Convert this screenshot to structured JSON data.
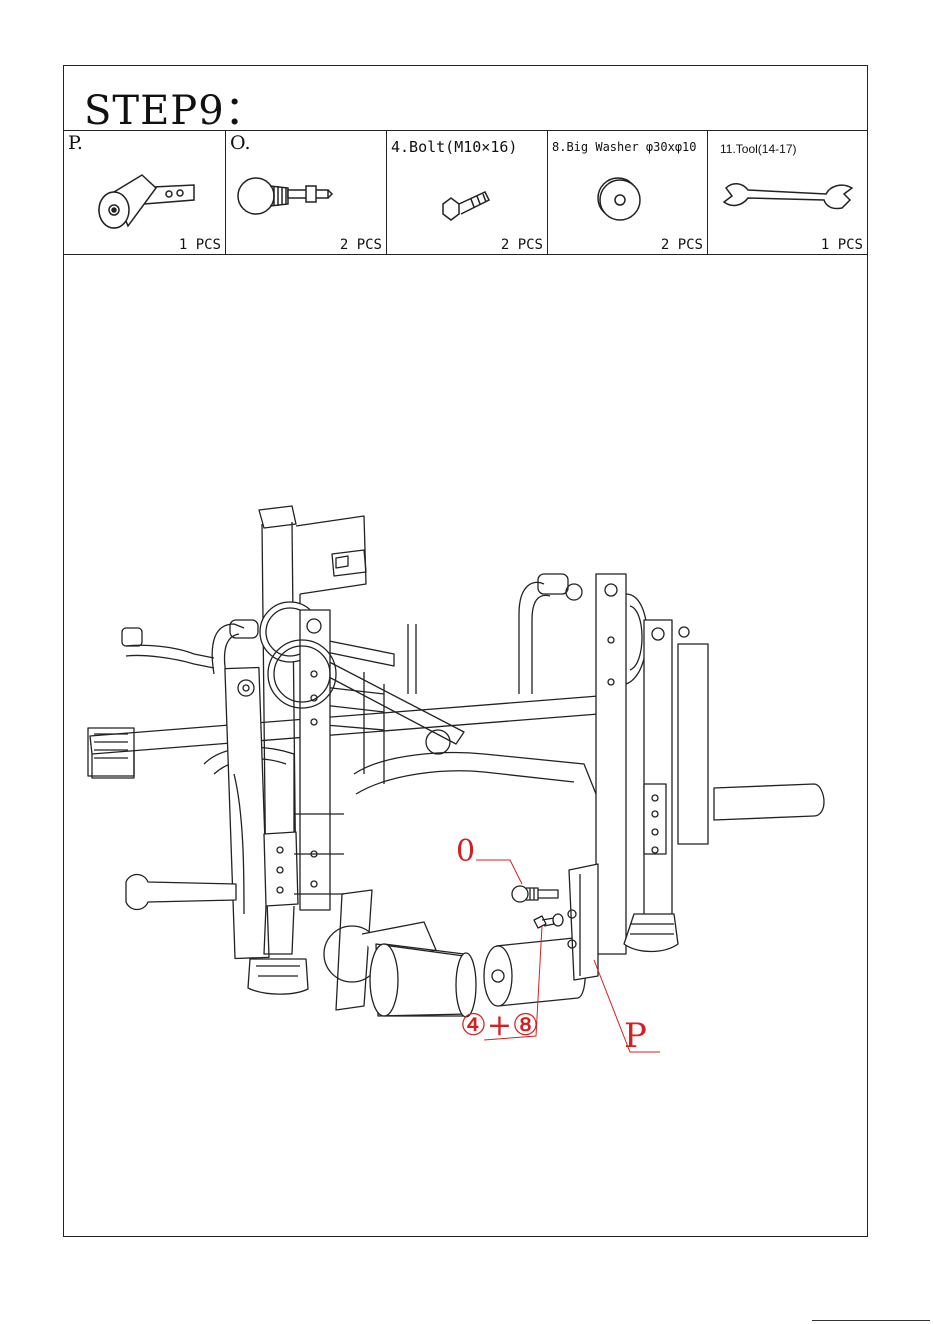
{
  "step": {
    "title": "STEP9："
  },
  "parts": [
    {
      "label": "P.",
      "qty": "1 PCS",
      "icon": "handle-roller-icon"
    },
    {
      "label": "O.",
      "qty": "2 PCS",
      "icon": "pop-pin-icon"
    },
    {
      "label": "4.Bolt(M10×16)",
      "qty": "2 PCS",
      "icon": "bolt-icon"
    },
    {
      "label": "8.Big Washer φ30xφ10",
      "qty": "2 PCS",
      "icon": "washer-icon"
    },
    {
      "label": "11.Tool(14-17)",
      "qty": "1 PCS",
      "icon": "wrench-icon"
    }
  ],
  "diagram": {
    "callouts": {
      "pin": "0",
      "bolt_washer": "④+⑧",
      "part": "P"
    },
    "colors": {
      "line": "#222222",
      "callout": "#d42020"
    }
  }
}
